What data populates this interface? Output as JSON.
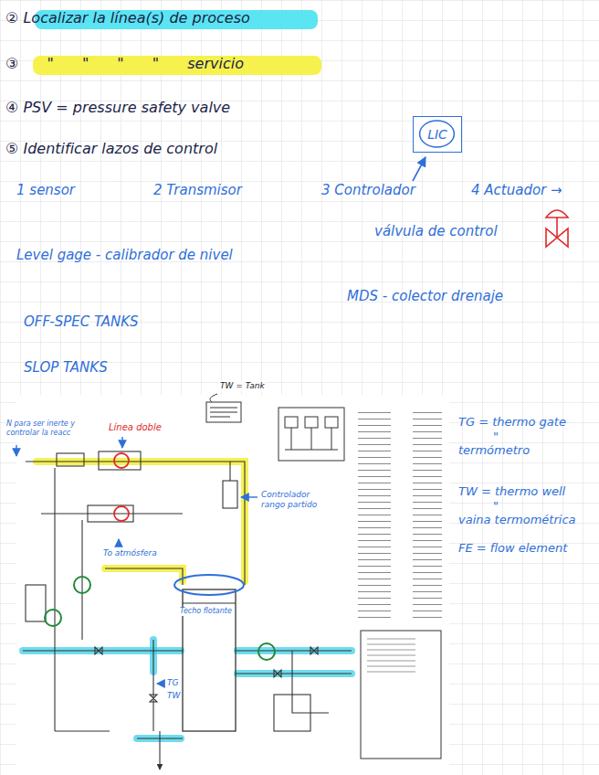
{
  "diagram": {
    "nodes": [
      {
        "text": [
          "LIC"
        ]
      }
    ],
    "labels": [
      "② Localizar la línea(s) de proceso",
      "③ \" \" \" \" servicio",
      "④ PSV = pressure safety valve",
      "⑤ Identificar lazos de control",
      "1 sensor",
      "2 Transmisor",
      "3 Controlador",
      "4 Actuador →",
      "válvula de control",
      "Level gage - calibrador de nivel",
      "MDS - colector drenaje",
      "OFF-SPEC TANKS",
      "SLOP TANKS",
      "TW = Tank",
      "N para ser inerte y controlar la reacc",
      "Línea doble",
      "Controlador rango partido",
      "To atmósfera",
      "Techo flotante",
      "TG",
      "TW",
      "TG = thermo gate",
      "\"",
      "termómetro",
      "TW = thermo well",
      "\"",
      "vaina termométrica",
      "FE = flow element"
    ]
  }
}
